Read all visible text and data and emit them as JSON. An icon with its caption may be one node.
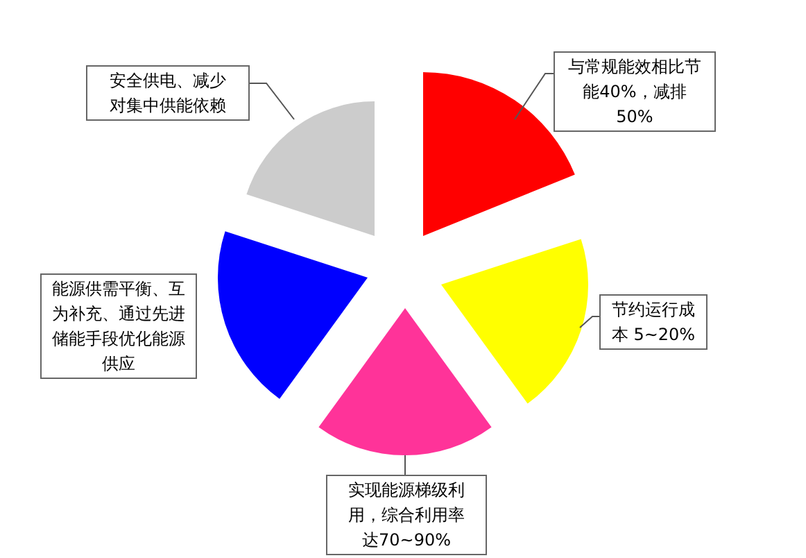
{
  "diagram": {
    "nodes": [
      {
        "text": [
          "安全供电、减少对集中供能依赖"
        ]
      },
      {
        "text": [
          "与常规能效相比节能40%，减排50%"
        ]
      },
      {
        "text": [
          "能源供需平衡、互为补充、通过先进储能手段优化能源供应"
        ]
      },
      {
        "text": [
          "节约运行成本 5~20%"
        ]
      },
      {
        "text": [
          "实现能源梯级利用，综合利用率达70~90%"
        ]
      },
      {
        "text": [],
        "shape": "slice"
      },
      {
        "text": [],
        "shape": "slice"
      },
      {
        "text": [],
        "shape": "slice"
      },
      {
        "text": [],
        "shape": "slice"
      },
      {
        "text": [],
        "shape": "slice"
      }
    ],
    "edges": [
      {
        "from": 0,
        "to": 5,
        "arrow": "none"
      },
      {
        "from": 1,
        "to": 6,
        "arrow": "none"
      },
      {
        "from": 3,
        "to": 8,
        "arrow": "none"
      },
      {
        "from": 4,
        "to": 9,
        "arrow": "none"
      }
    ]
  }
}
